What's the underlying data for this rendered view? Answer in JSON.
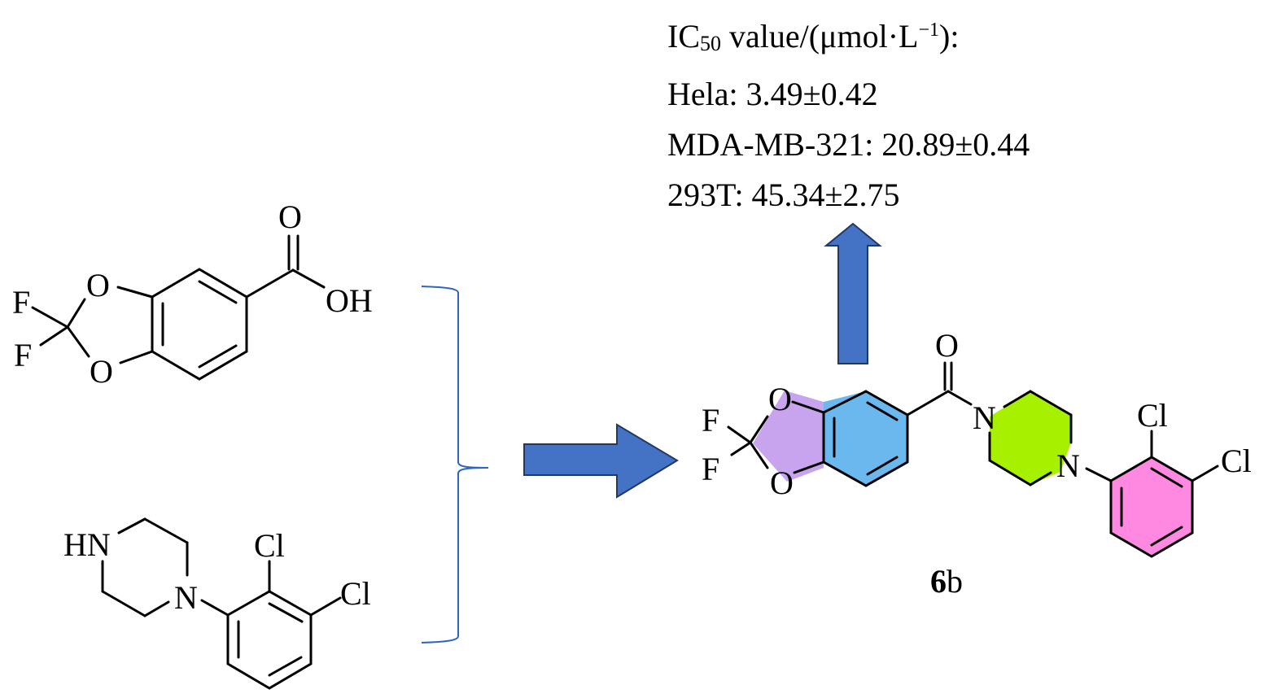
{
  "ic50": {
    "header_prefix": "IC",
    "header_sub": "50",
    "header_mid": " value/(μmol·L",
    "header_sup": "−1",
    "header_suffix": "):",
    "results": [
      {
        "text": "Hela: 3.49±0.42"
      },
      {
        "text": "MDA-MB-321: 20.89±0.44"
      },
      {
        "text": "293T: 45.34±2.75"
      }
    ]
  },
  "reactant1": {
    "atoms": {
      "f1": "F",
      "f2": "F",
      "o1": "O",
      "o2": "O",
      "o_carbonyl": "O",
      "oh": "OH"
    }
  },
  "reactant2": {
    "atoms": {
      "hn": "HN",
      "n": "N",
      "cl1": "Cl",
      "cl2": "Cl"
    }
  },
  "product": {
    "label_num": "6",
    "label_suffix": "b",
    "atoms": {
      "f1": "F",
      "f2": "F",
      "o1": "O",
      "o2": "O",
      "o_carbonyl": "O",
      "n1": "N",
      "n2": "N",
      "cl1": "Cl",
      "cl2": "Cl"
    },
    "colors": {
      "dioxole": "#c8a4ee",
      "benzene": "#6bb8ef",
      "piperazine": "#a6f000",
      "dichlorophenyl": "#ff88e0"
    }
  },
  "arrows": {
    "color": "#4472c4",
    "stroke": "#1f3864"
  },
  "bracket": {
    "color": "#2f64c0"
  }
}
